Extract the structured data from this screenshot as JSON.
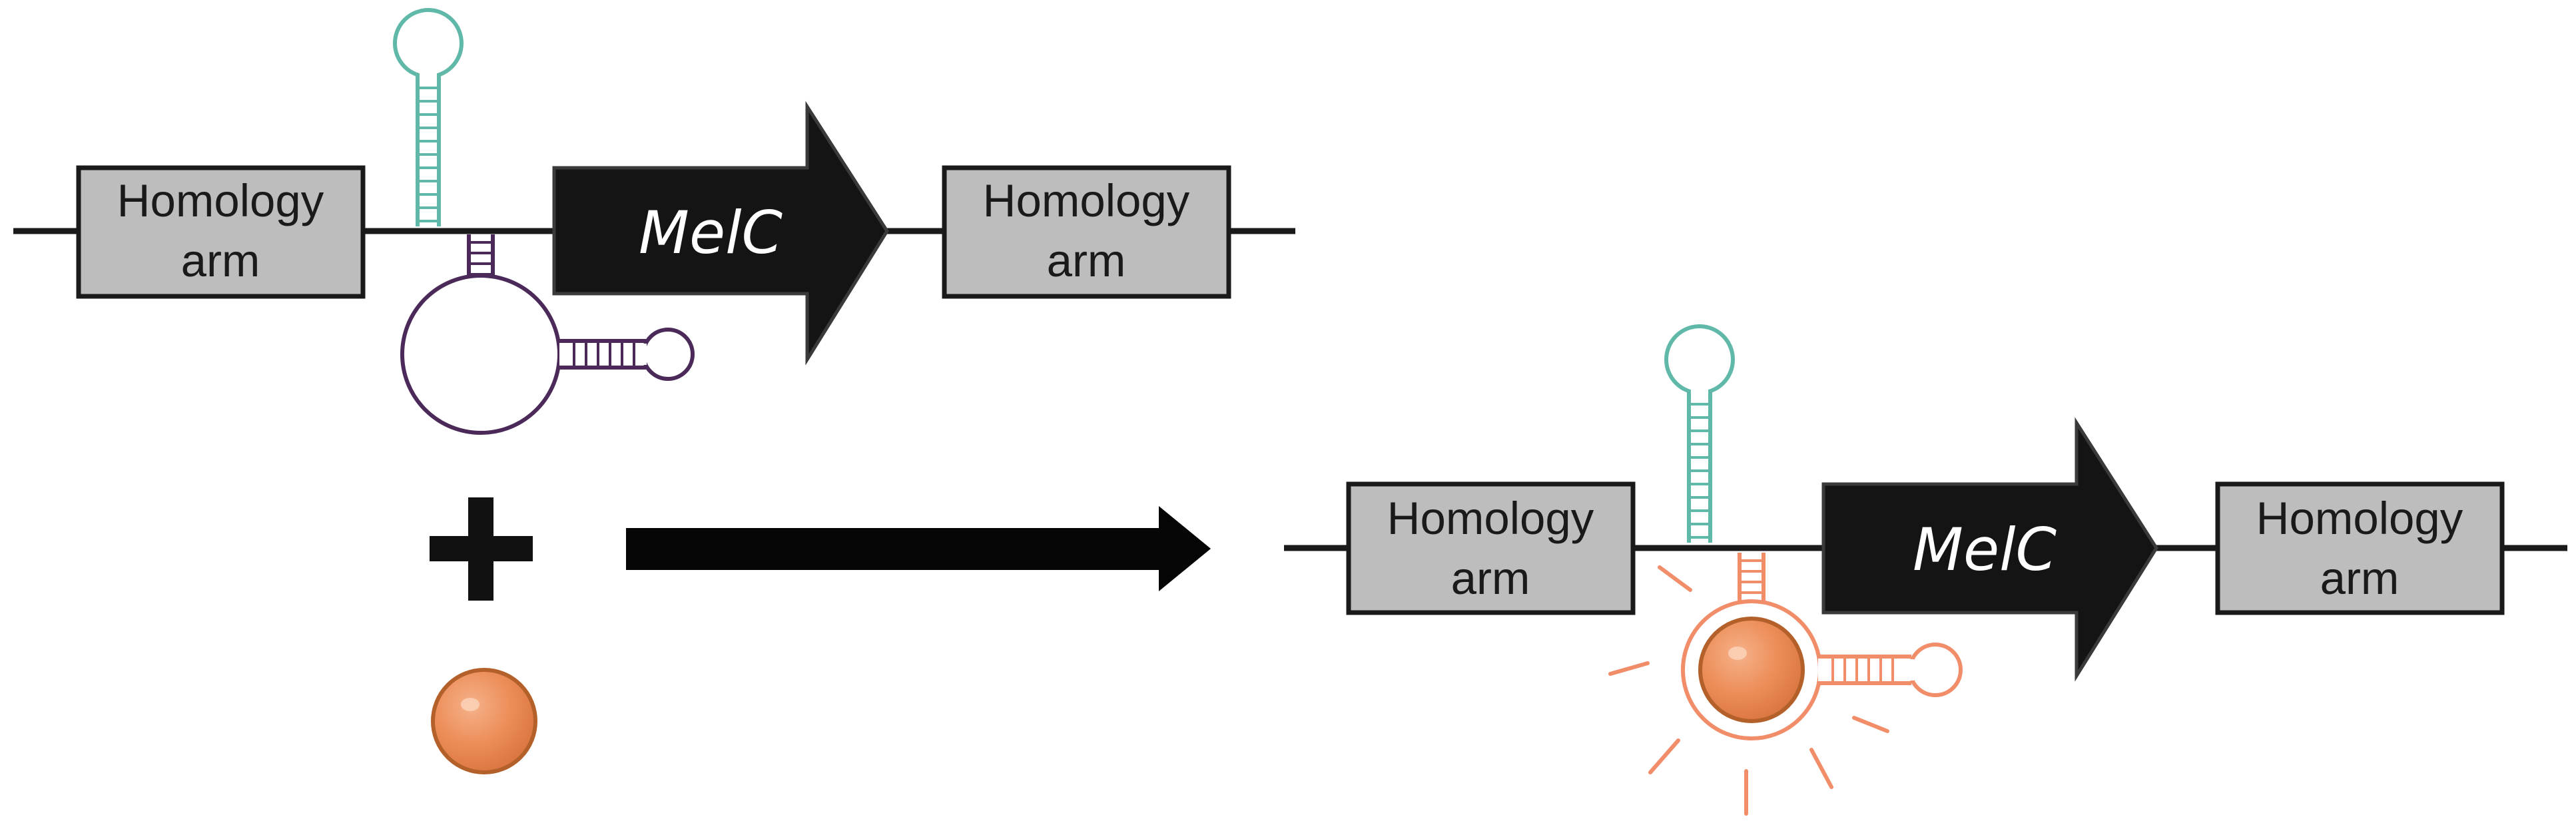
{
  "construct_before": {
    "left_arm_line1": "Homology",
    "left_arm_line2": "arm",
    "gene": "MelC",
    "right_arm_line1": "Homology",
    "right_arm_line2": "arm"
  },
  "construct_after": {
    "left_arm_line1": "Homology",
    "left_arm_line2": "arm",
    "gene": "MelC",
    "right_arm_line1": "Homology",
    "right_arm_line2": "arm"
  },
  "colors": {
    "hairpin": "#5fb8a8",
    "riboswitch_off": "#4b2a5a",
    "riboswitch_on": "#f28d6a",
    "ligand": "#ec8d58",
    "ligand_outline": "#b4602a",
    "gene_fill": "#141414",
    "arm_fill": "#bdbdbd"
  },
  "icons": {
    "plus": "plus-icon",
    "arrow": "reaction-arrow-icon",
    "ligand": "ligand-sphere-icon"
  }
}
